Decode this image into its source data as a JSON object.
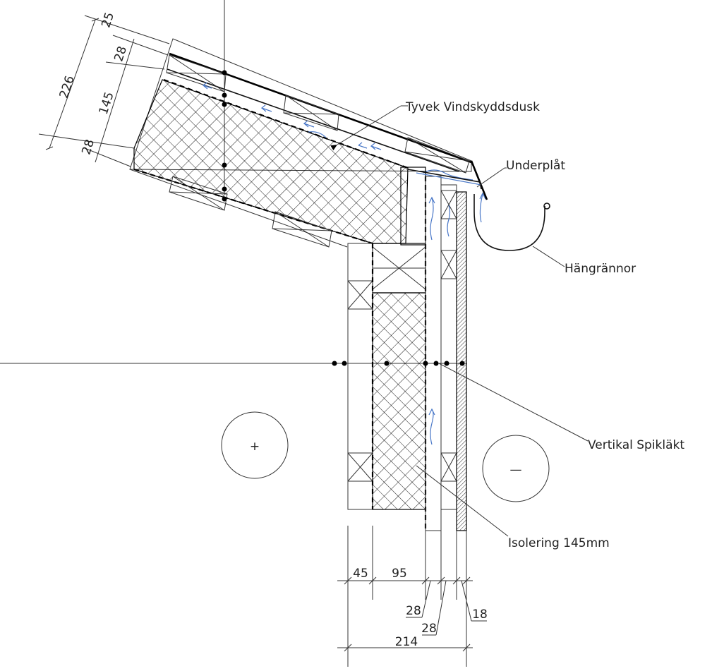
{
  "callouts": {
    "tyvek": "Tyvek Vindskyddsdusk",
    "underplat": "Underplåt",
    "hangrannor": "Hängrännor",
    "spiklakt": "Vertikal Spikläkt",
    "isolering": "Isolering 145mm"
  },
  "sides": {
    "warm": "+",
    "cold": "—"
  },
  "roof_dims": {
    "total": "226",
    "top": "25",
    "upper": "28",
    "insulation": "145",
    "lower": "28"
  },
  "wall_dims": {
    "d45": "45",
    "d95": "95",
    "d28a": "28",
    "d28b": "28",
    "d18": "18",
    "total": "214"
  }
}
